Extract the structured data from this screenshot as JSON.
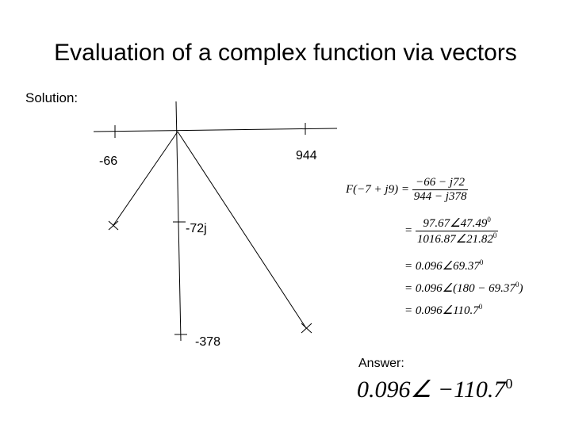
{
  "title": "Evaluation of a complex function via vectors",
  "solution_label": "Solution:",
  "answer_label": "Answer:",
  "diagram_labels": {
    "neg66": "-66",
    "pos944": "944",
    "neg72j": "-72j",
    "neg378": "-378"
  },
  "equations": {
    "lhs": "F(−7 + j9) =",
    "line1_num": "−66 − j72",
    "line1_den": "944 − j378",
    "line2_num_mag": "97.67",
    "line2_num_ang": "47.49",
    "line2_den_mag": "1016.87",
    "line2_den_ang": "21.82",
    "line3": "= 0.096∠69.37",
    "line4": "= 0.096∠(180 − 69.37",
    "line5": "= 0.096∠110.7",
    "degree": "0"
  },
  "answer_value": "0.096∠ −110.7",
  "answer_degree": "0"
}
